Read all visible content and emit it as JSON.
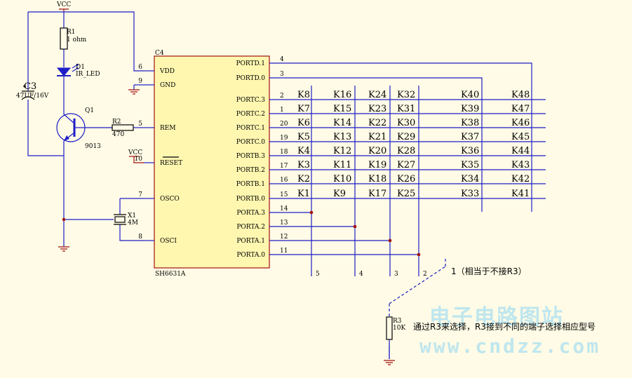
{
  "labels": {
    "vcc_top": "VCC",
    "vcc_reset": "VCC",
    "r1_name": "R1",
    "r1_value": "1 ohm",
    "d1_name": "D1",
    "d1_value": "IR_LED",
    "c3_name": "C3",
    "c3_value": "47UF/16V",
    "q1_name": "Q1",
    "q1_value": "9013",
    "r2_name": "R2",
    "r2_value": "470",
    "x1_name": "X1",
    "x1_value": "4M",
    "r3_name": "R3",
    "r3_value": "10K",
    "ic_ref": "C4",
    "ic_part": "SH6631A"
  },
  "ic_left_pins": [
    {
      "num": "6",
      "name": "VDD"
    },
    {
      "num": "9",
      "name": "GND"
    },
    {
      "num": "5",
      "name": "REM"
    },
    {
      "num": "10",
      "name": "RESET"
    },
    {
      "num": "7",
      "name": "OSCO"
    },
    {
      "num": "8",
      "name": "OSCI"
    }
  ],
  "ic_right_pins": [
    {
      "num": "4",
      "name": "PORTD.1"
    },
    {
      "num": "3",
      "name": "PORTD.0"
    },
    {
      "num": "2",
      "name": "PORTC.3"
    },
    {
      "num": "1",
      "name": "PORTC.2"
    },
    {
      "num": "20",
      "name": "PORTC.1"
    },
    {
      "num": "19",
      "name": "PORTC.0"
    },
    {
      "num": "18",
      "name": "PORTB.3"
    },
    {
      "num": "17",
      "name": "PORTB.2"
    },
    {
      "num": "16",
      "name": "PORTB.1"
    },
    {
      "num": "15",
      "name": "PORTB.0"
    },
    {
      "num": "14",
      "name": "PORTA.3"
    },
    {
      "num": "13",
      "name": "PORTA.2"
    },
    {
      "num": "12",
      "name": "PORTA.1"
    },
    {
      "num": "11",
      "name": "PORTA.0"
    }
  ],
  "key_rows": [
    [
      "K8",
      "K16",
      "K24",
      "K32",
      "K40",
      "K48"
    ],
    [
      "K7",
      "K15",
      "K23",
      "K31",
      "K39",
      "K47"
    ],
    [
      "K6",
      "K14",
      "K22",
      "K30",
      "K38",
      "K46"
    ],
    [
      "K5",
      "K13",
      "K21",
      "K29",
      "K37",
      "K45"
    ],
    [
      "K4",
      "K12",
      "K20",
      "K28",
      "K36",
      "K44"
    ],
    [
      "K3",
      "K11",
      "K19",
      "K27",
      "K35",
      "K43"
    ],
    [
      "K2",
      "K10",
      "K18",
      "K26",
      "K34",
      "K42"
    ],
    [
      "K1",
      "K9",
      "K17",
      "K25",
      "K33",
      "K41"
    ]
  ],
  "column_numbers": [
    "5",
    "4",
    "3",
    "2"
  ],
  "option_note": "1（相当于不接R3）",
  "select_note": "通过R3来选择，R3接到不同的端子选择相应型号",
  "watermark": {
    "line1": "电子电路图站",
    "line2": "www.cndzz.com"
  }
}
